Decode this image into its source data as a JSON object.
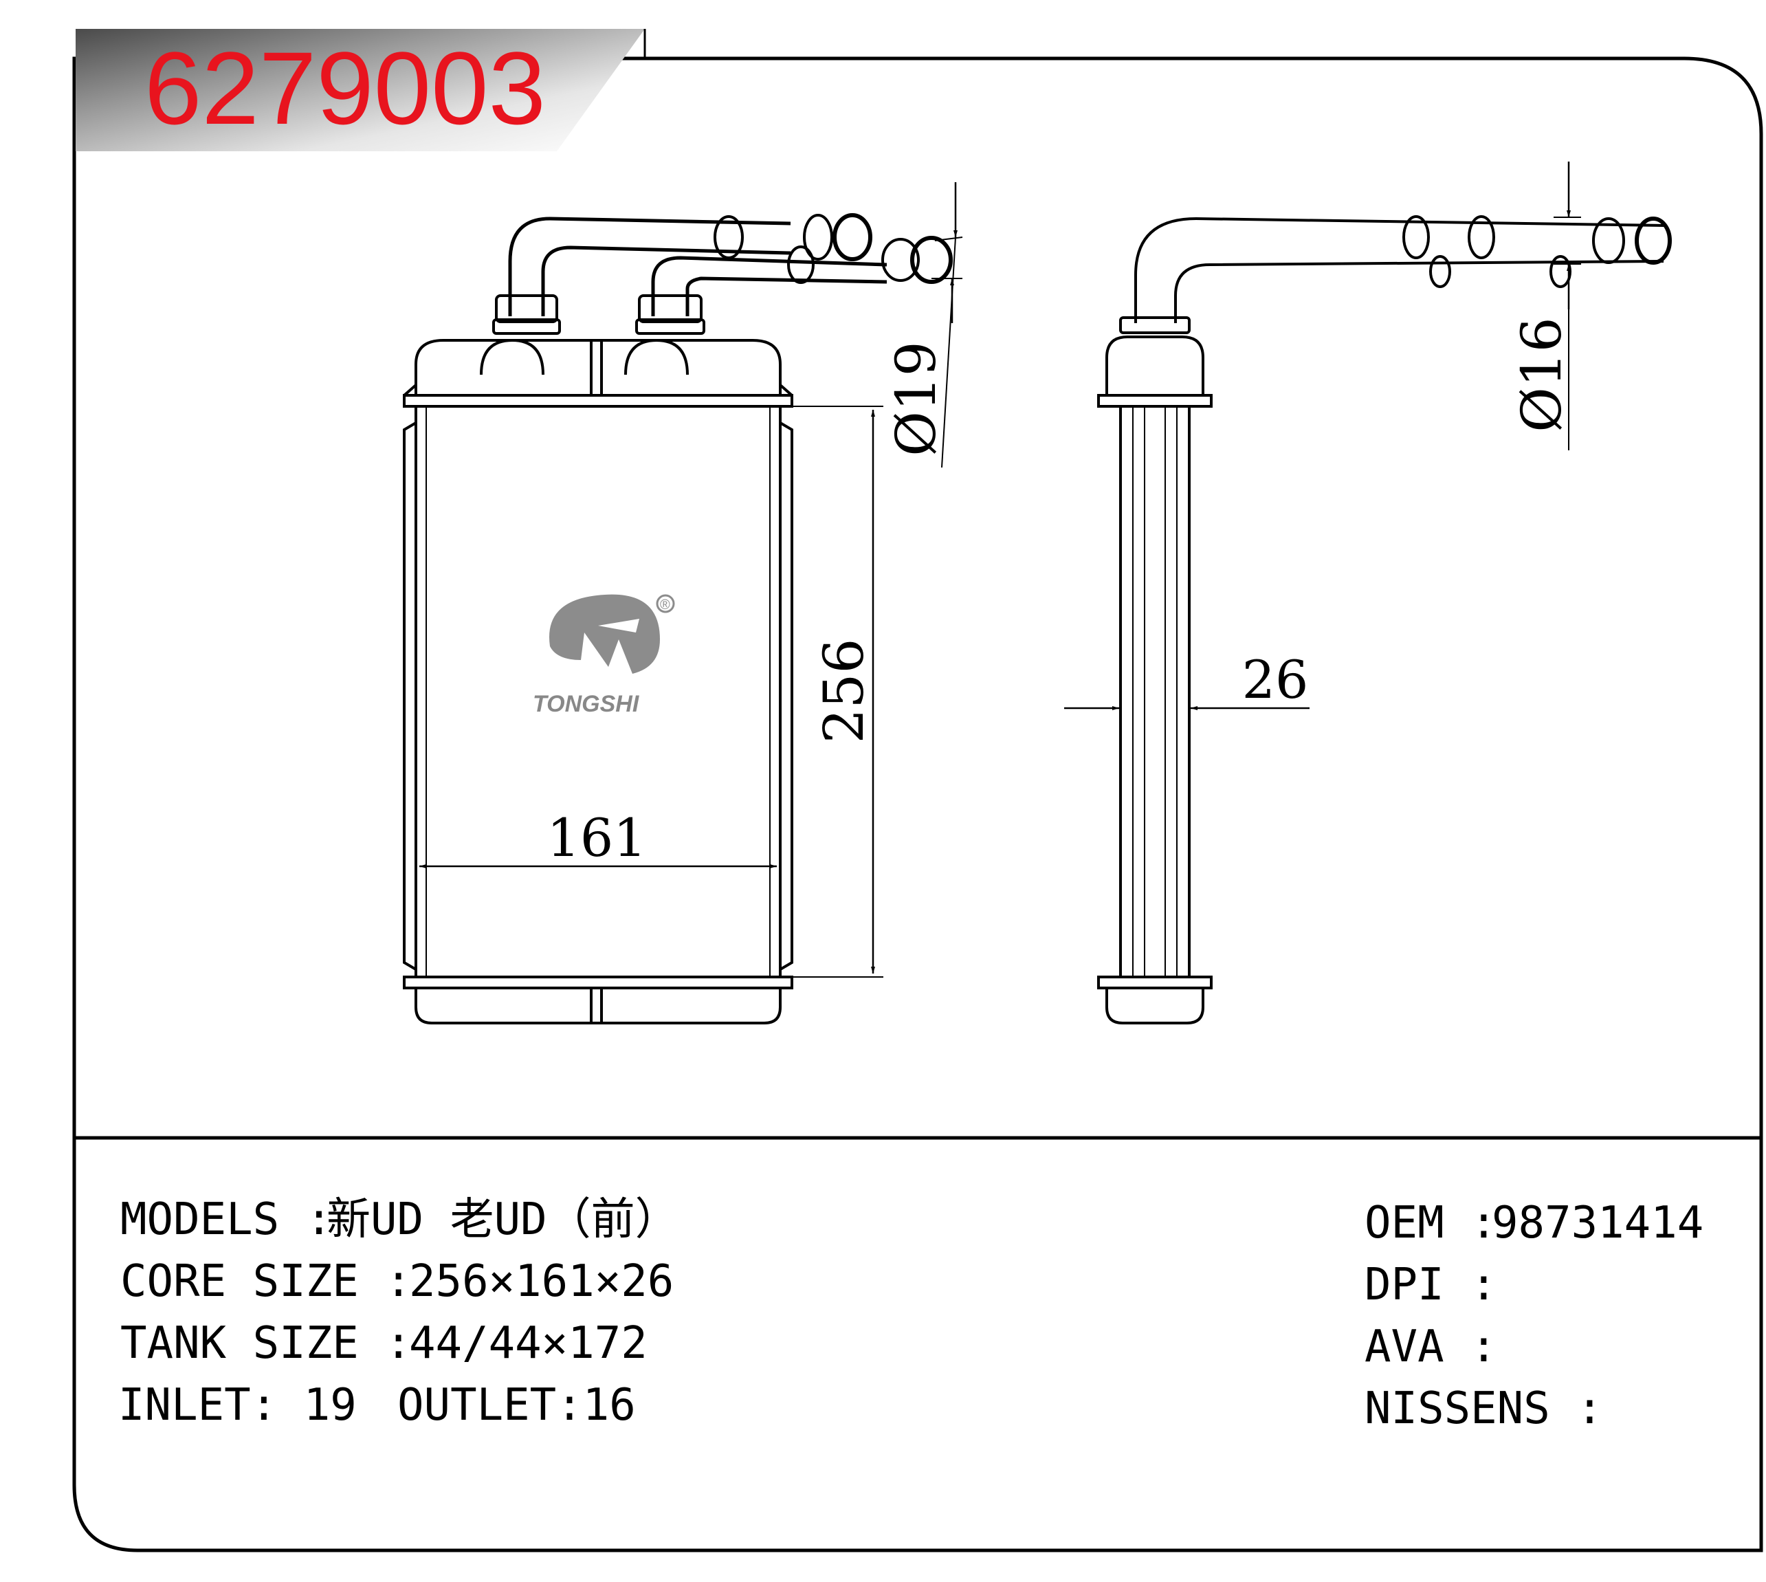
{
  "part_code": "6279003",
  "brand": {
    "name": "TONGSHI",
    "registered_mark": "®"
  },
  "dimensions": {
    "height": "256",
    "width": "161",
    "depth": "26",
    "inlet_diameter": "Ø19",
    "outlet_diameter": "Ø16"
  },
  "specs_left": [
    {
      "label": "MODELS :",
      "value": "新UD 老UD（前）"
    },
    {
      "label": "CORE SIZE :",
      "value": "256×161×26"
    },
    {
      "label": "TANK SIZE :",
      "value": "44/44×172"
    },
    {
      "label": "INLET: 19",
      "value": "OUTLET:16"
    }
  ],
  "specs_right": [
    {
      "label": "OEM :",
      "value": "98731414"
    },
    {
      "label": "DPI :",
      "value": ""
    },
    {
      "label": "AVA :",
      "value": ""
    },
    {
      "label": "NISSENS :",
      "value": ""
    }
  ],
  "colors": {
    "code": "#e8141e",
    "banner_start": "#5a5a5a",
    "banner_end": "#ffffff",
    "logo_gray": "#8c8c8c"
  }
}
